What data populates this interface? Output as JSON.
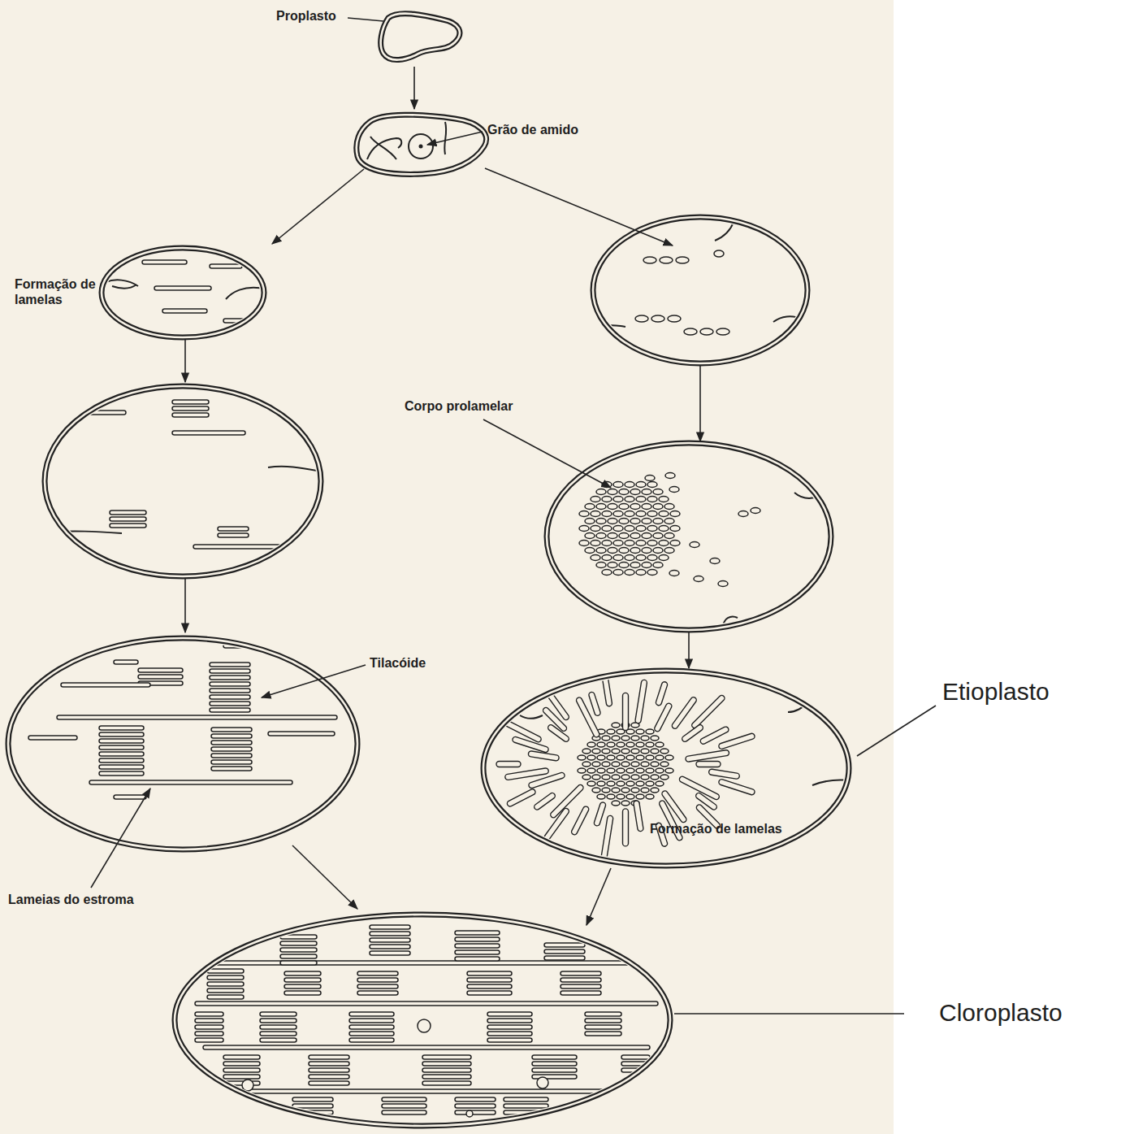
{
  "diagram": {
    "labels": [
      "Proplasto",
      "Grão de amido",
      "Formação de lamelas",
      "Corpo prolamelar",
      "Tilacóide",
      "Lameias do estroma",
      "Formação de lamelas",
      "Etioplasto",
      "Cloroplasto"
    ]
  }
}
